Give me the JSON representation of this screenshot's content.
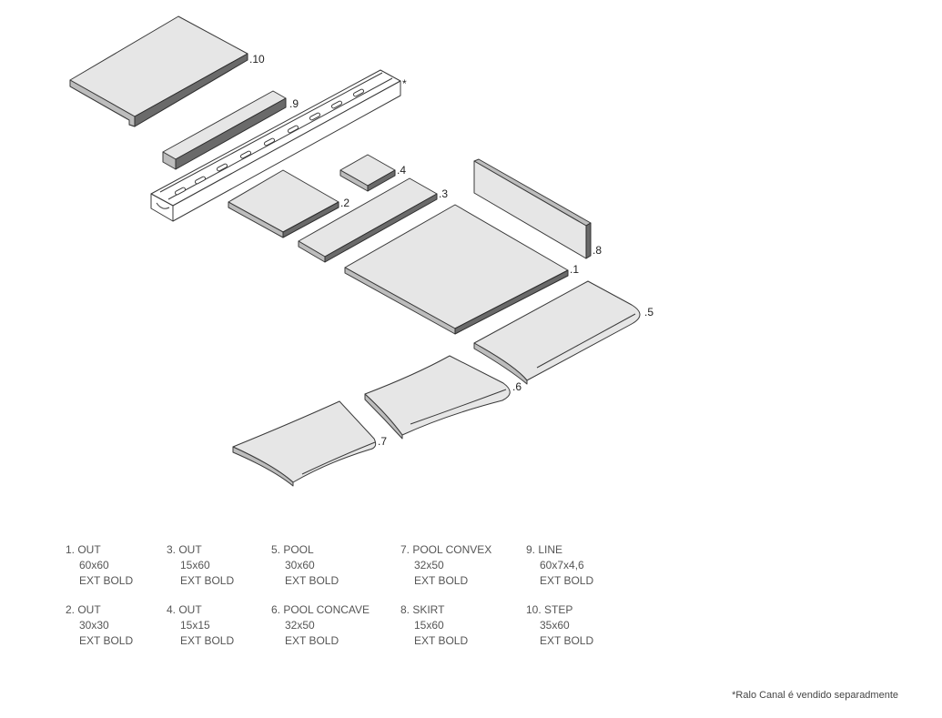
{
  "part_labels": {
    "p1": ".1",
    "p2": ".2",
    "p3": ".3",
    "p4": ".4",
    "p5": ".5",
    "p6": ".6",
    "p7": ".7",
    "p8": ".8",
    "p9": ".9",
    "p10": ".10",
    "channel": "*"
  },
  "legend": [
    {
      "title": "1. OUT",
      "size": "60x60",
      "finish": "EXT BOLD"
    },
    {
      "title": "2. OUT",
      "size": "30x30",
      "finish": "EXT BOLD"
    },
    {
      "title": "3. OUT",
      "size": "15x60",
      "finish": "EXT BOLD"
    },
    {
      "title": "4. OUT",
      "size": "15x15",
      "finish": "EXT BOLD"
    },
    {
      "title": "5. POOL",
      "size": "30x60",
      "finish": "EXT BOLD"
    },
    {
      "title": "6. POOL CONCAVE",
      "size": "32x50",
      "finish": "EXT BOLD"
    },
    {
      "title": "7. POOL CONVEX",
      "size": "32x50",
      "finish": "EXT BOLD"
    },
    {
      "title": "8. SKIRT",
      "size": "15x60",
      "finish": "EXT BOLD"
    },
    {
      "title": "9. LINE",
      "size": "60x7x4,6",
      "finish": "EXT BOLD"
    },
    {
      "title": "10. STEP",
      "size": "35x60",
      "finish": "EXT BOLD"
    }
  ],
  "footnote": "*Ralo Canal é vendido separadmente"
}
